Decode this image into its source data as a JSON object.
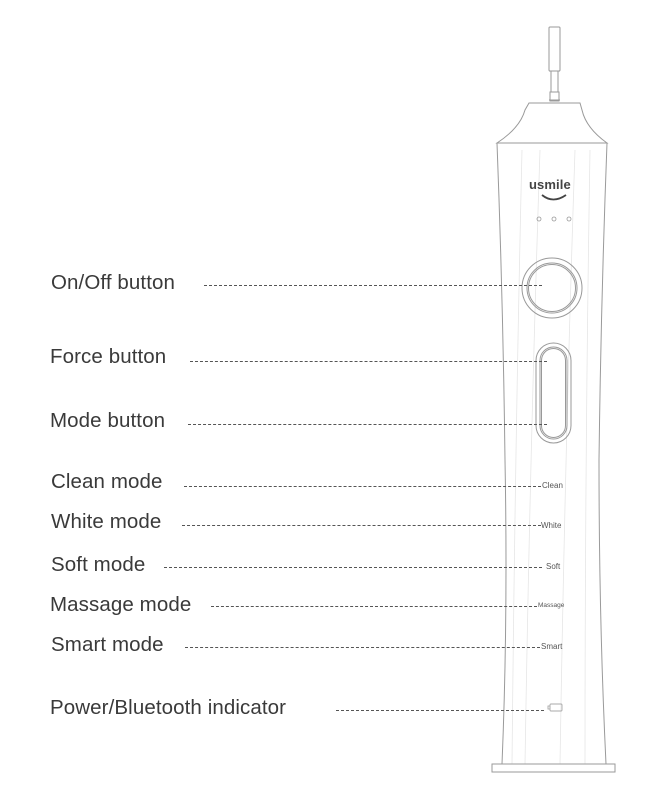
{
  "diagram": {
    "brand": "usmile",
    "indicator_dots": 3,
    "colors": {
      "outline": "#9a9a9a",
      "text": "#3a3a3a",
      "leader": "#555555",
      "background": "#ffffff"
    }
  },
  "callouts": [
    {
      "id": "on-off",
      "label": "On/Off button",
      "target_tag": ""
    },
    {
      "id": "force",
      "label": "Force button",
      "target_tag": ""
    },
    {
      "id": "mode",
      "label": "Mode button",
      "target_tag": ""
    },
    {
      "id": "clean",
      "label": "Clean mode",
      "target_tag": "Clean"
    },
    {
      "id": "white",
      "label": "White mode",
      "target_tag": "White"
    },
    {
      "id": "soft",
      "label": "Soft mode",
      "target_tag": "Soft"
    },
    {
      "id": "massage",
      "label": "Massage mode",
      "target_tag": "Massage"
    },
    {
      "id": "smart",
      "label": "Smart mode",
      "target_tag": "Smart"
    },
    {
      "id": "power-bt",
      "label": "Power/Bluetooth indicator",
      "target_tag": ""
    }
  ]
}
